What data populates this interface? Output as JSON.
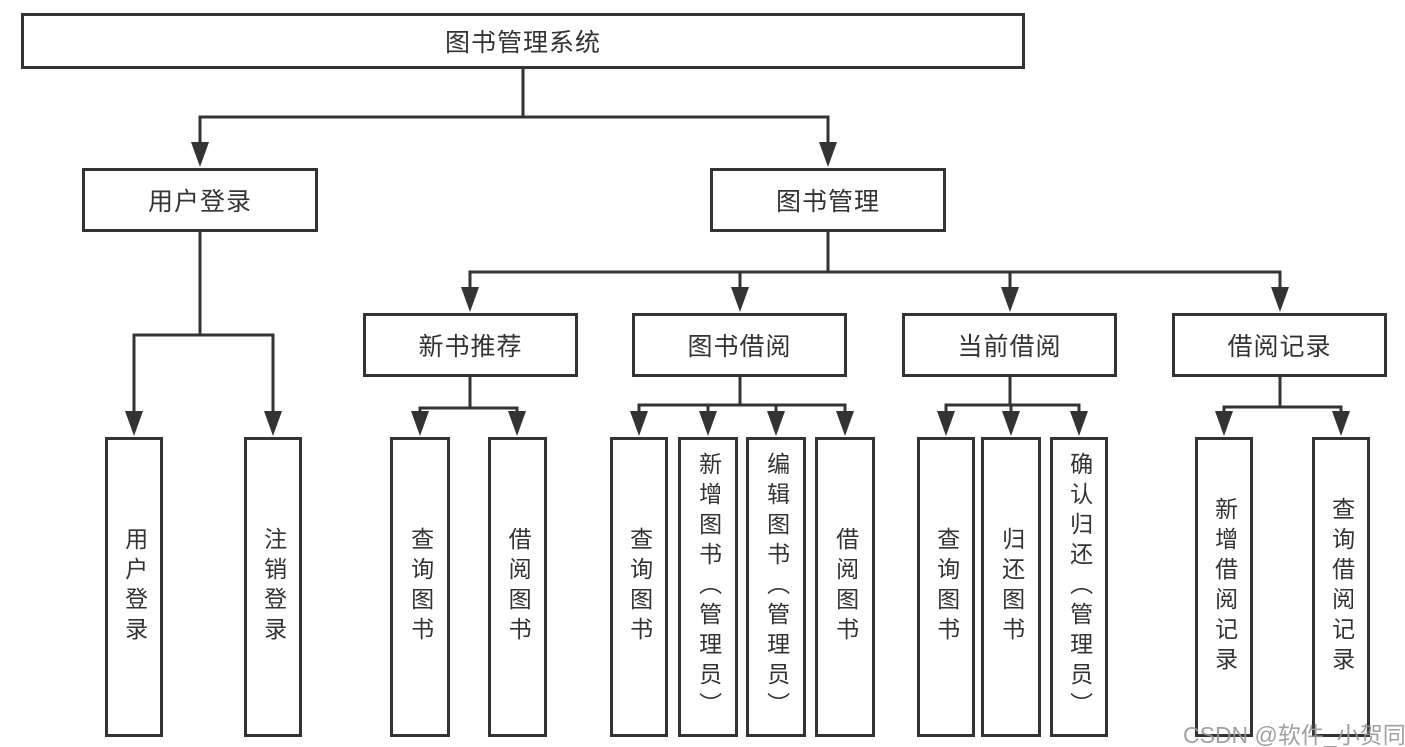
{
  "diagram": {
    "type": "tree",
    "tree": {
      "label": "图书管理系统",
      "children": [
        {
          "label": "用户登录",
          "children": [
            {
              "label": "用户登录"
            },
            {
              "label": "注销登录"
            }
          ]
        },
        {
          "label": "图书管理",
          "children": [
            {
              "label": "新书推荐",
              "children": [
                {
                  "label": "查询图书"
                },
                {
                  "label": "借阅图书"
                }
              ]
            },
            {
              "label": "图书借阅",
              "children": [
                {
                  "label": "查询图书"
                },
                {
                  "label": "新增图书（管理员）"
                },
                {
                  "label": "编辑图书（管理员）"
                },
                {
                  "label": "借阅图书"
                }
              ]
            },
            {
              "label": "当前借阅",
              "children": [
                {
                  "label": "查询图书"
                },
                {
                  "label": "归还图书"
                },
                {
                  "label": "确认归还（管理员）"
                }
              ]
            },
            {
              "label": "借阅记录",
              "children": [
                {
                  "label": "新增借阅记录"
                },
                {
                  "label": "查询借阅记录"
                }
              ]
            }
          ]
        }
      ]
    },
    "colors": {
      "line": "#333333",
      "text": "#333333",
      "box_background": "#ffffff",
      "page_background": "#ffffff",
      "watermark": "#969696"
    },
    "watermark": {
      "text": "CSDN @软件_小贺同学"
    }
  }
}
